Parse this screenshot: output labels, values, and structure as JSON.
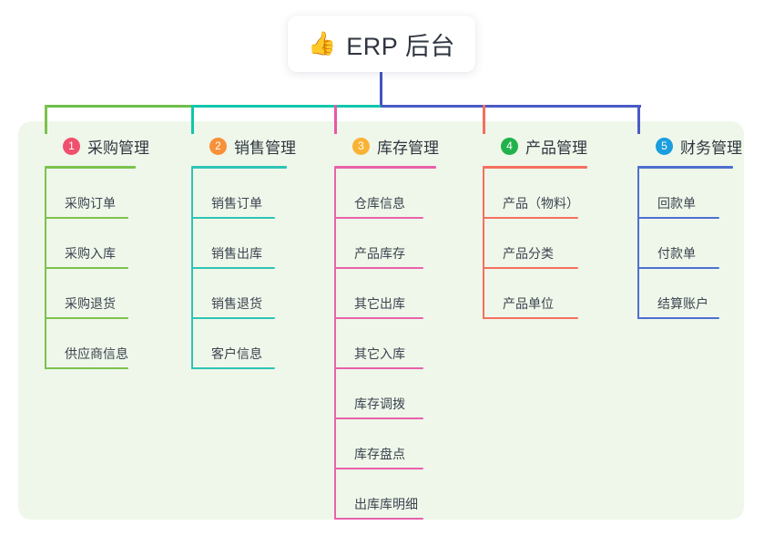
{
  "root": {
    "icon": "thumbs-up-emoji",
    "emoji": "👍",
    "title": "ERP 后台"
  },
  "palette": {
    "panel_bg": "#eff7ea",
    "page_bg": "#ffffff",
    "text": "#2f3640",
    "stem": "#4155c0",
    "bar_left": "#6dc04a",
    "bar_mid": "#11c6ab",
    "bar_right": "#4a5bc6"
  },
  "columns": [
    {
      "number": "1",
      "title": "采购管理",
      "badge_color": "#f0506e",
      "line_color": "#7cc24d",
      "drop_color": "#7cc24d",
      "items": [
        "采购订单",
        "采购入库",
        "采购退货",
        "供应商信息"
      ]
    },
    {
      "number": "2",
      "title": "销售管理",
      "badge_color": "#f79038",
      "line_color": "#2ec4b6",
      "drop_color": "#11c6ab",
      "items": [
        "销售订单",
        "销售出库",
        "销售退货",
        "客户信息"
      ]
    },
    {
      "number": "3",
      "title": "库存管理",
      "badge_color": "#f9b233",
      "line_color": "#e862ab",
      "drop_color": "#ea57a5",
      "items": [
        "仓库信息",
        "产品库存",
        "其它出库",
        "其它入库",
        "库存调拨",
        "库存盘点",
        "出库库明细"
      ]
    },
    {
      "number": "4",
      "title": "产品管理",
      "badge_color": "#22b24c",
      "line_color": "#f4705f",
      "drop_color": "#f4705f",
      "items": [
        "产品（物料）",
        "产品分类",
        "产品单位"
      ]
    },
    {
      "number": "5",
      "title": "财务管理",
      "badge_color": "#1b9ede",
      "line_color": "#4d6fd0",
      "drop_color": "#4a5bc6",
      "items": [
        "回款单",
        "付款单",
        "结算账户"
      ]
    }
  ]
}
